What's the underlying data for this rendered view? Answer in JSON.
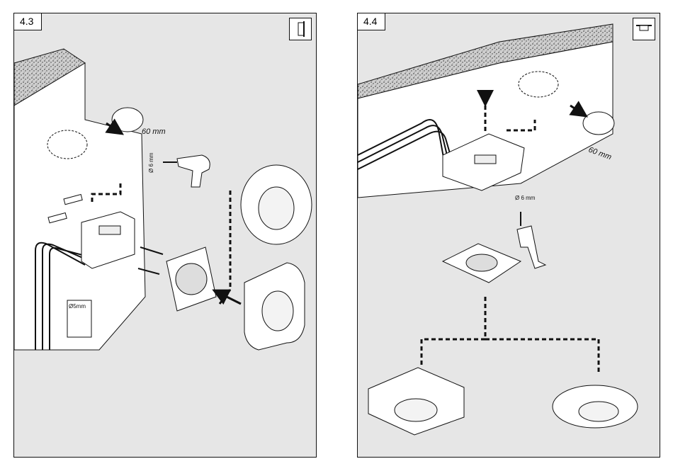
{
  "panels": [
    {
      "tag": "4.3",
      "corner_icon": "wall-mount-icon",
      "labels": {
        "box_depth": "60 mm",
        "drill_diameter": "Ø 6 mm",
        "hole_diameter": "Ø5mm"
      }
    },
    {
      "tag": "4.4",
      "corner_icon": "ceiling-mount-icon",
      "labels": {
        "box_depth": "60 mm",
        "drill_diameter": "Ø 6 mm"
      }
    }
  ],
  "colors": {
    "panel_bg": "#e6e6e6",
    "line": "#111111",
    "device_fill": "#ffffff"
  }
}
